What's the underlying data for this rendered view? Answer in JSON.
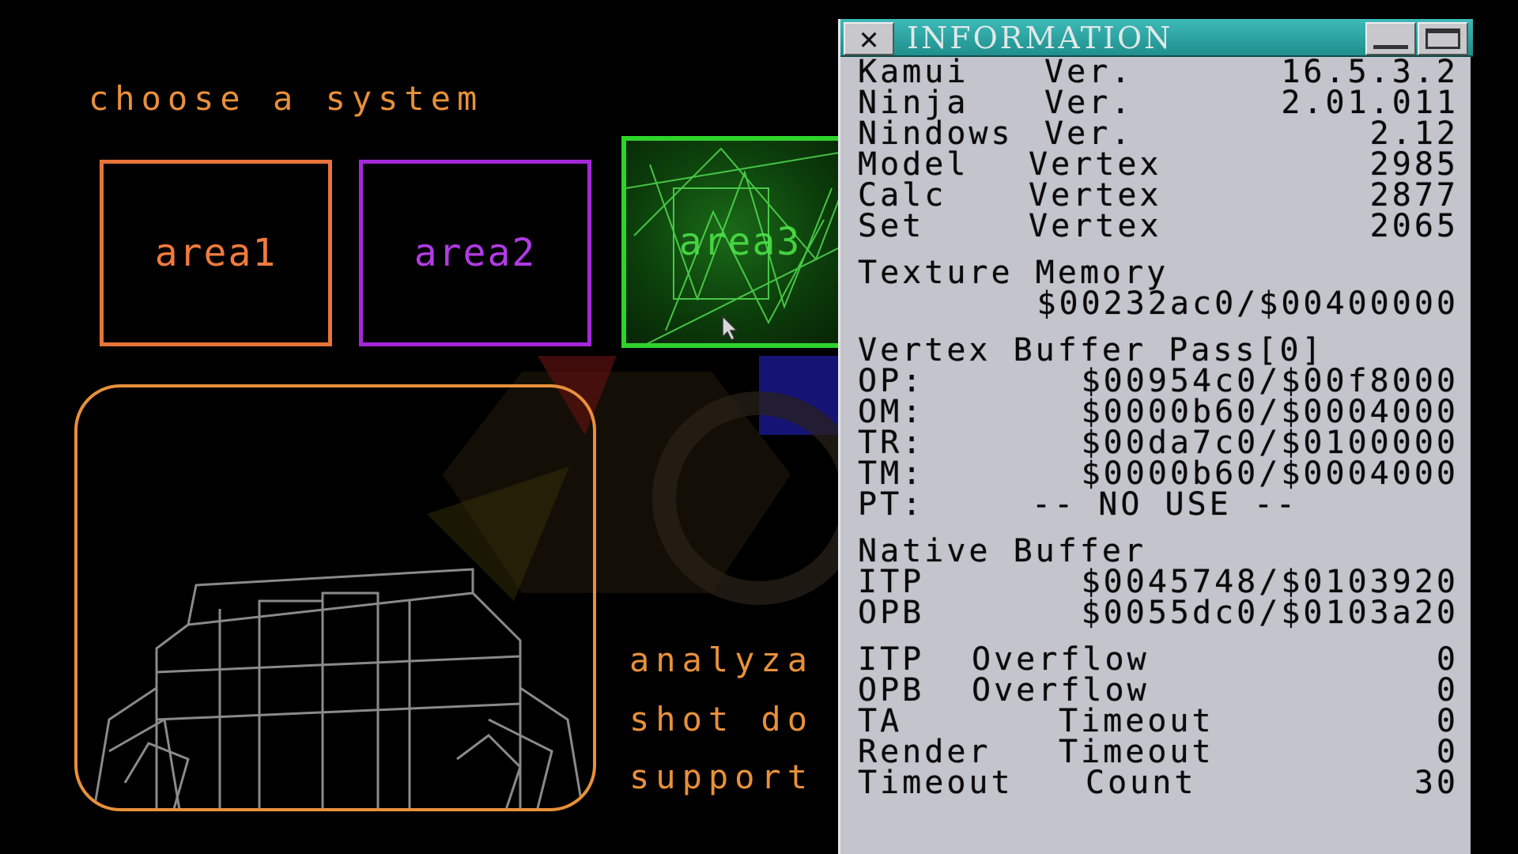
{
  "screen": {
    "title": "choose a system",
    "areas": [
      {
        "label": "area1",
        "color": "#e8743a"
      },
      {
        "label": "area2",
        "color": "#a428d8"
      },
      {
        "label": "area3",
        "color": "#2ed42a"
      }
    ],
    "menu": [
      "analyza",
      "shot do",
      "support"
    ]
  },
  "info_window": {
    "title": "INFORMATION",
    "versions": [
      {
        "name": "Kamui",
        "label": "Ver.",
        "value": "16.5.3.2"
      },
      {
        "name": "Ninja",
        "label": "Ver.",
        "value": "2.01.011"
      },
      {
        "name": "Nindows",
        "label": "Ver.",
        "value": "2.12"
      }
    ],
    "vertex": [
      {
        "name": "Model",
        "label": "Vertex",
        "value": "2985"
      },
      {
        "name": "Calc",
        "label": "Vertex",
        "value": "2877"
      },
      {
        "name": "Set",
        "label": "Vertex",
        "value": "2065"
      }
    ],
    "texture_memory": {
      "label": "Texture Memory",
      "value": "$00232ac0/$00400000"
    },
    "vertex_buffer": {
      "label": "Vertex Buffer Pass[0]",
      "rows": [
        {
          "key": "OP:",
          "value": "$00954c0/$00f8000"
        },
        {
          "key": "OM:",
          "value": "$0000b60/$0004000"
        },
        {
          "key": "TR:",
          "value": "$00da7c0/$0100000"
        },
        {
          "key": "TM:",
          "value": "$0000b60/$0004000"
        },
        {
          "key": "PT:",
          "value": "-- NO USE --"
        }
      ]
    },
    "native_buffer": {
      "label": "Native Buffer",
      "rows": [
        {
          "key": "ITP",
          "value": "$0045748/$0103920"
        },
        {
          "key": "OPB",
          "value": "$0055dc0/$0103a20"
        }
      ]
    },
    "counters": [
      {
        "a": "ITP",
        "b": "Overflow",
        "value": "0"
      },
      {
        "a": "OPB",
        "b": "Overflow",
        "value": "0"
      },
      {
        "a": "TA",
        "b": "Timeout",
        "value": "0"
      },
      {
        "a": "Render",
        "b": "Timeout",
        "value": "0"
      },
      {
        "a": "Timeout",
        "b": "Count",
        "value": "30"
      }
    ]
  }
}
